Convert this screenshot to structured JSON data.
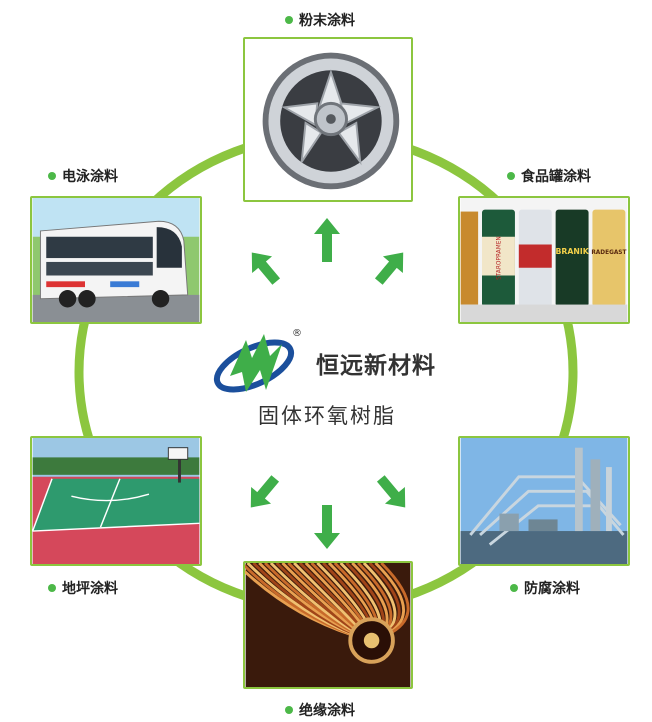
{
  "brand": {
    "name": "恒远新材料",
    "product": "固体环氧树脂",
    "registered_mark": "®"
  },
  "applications": [
    {
      "id": "powder",
      "label": "粉末涂料",
      "icon": "alloy-wheel"
    },
    {
      "id": "can",
      "label": "食品罐涂料",
      "icon": "beverage-cans"
    },
    {
      "id": "anticorrosion",
      "label": "防腐涂料",
      "icon": "industrial-plant"
    },
    {
      "id": "insulation",
      "label": "绝缘涂料",
      "icon": "motor-coil"
    },
    {
      "id": "floor",
      "label": "地坪涂料",
      "icon": "sports-court"
    },
    {
      "id": "electrophoretic",
      "label": "电泳涂料",
      "icon": "coach-bus"
    }
  ],
  "can_brands": [
    "STAROPRAMEN",
    "BRANIK",
    "RADEGAST"
  ],
  "colors": {
    "ring": "#8cc63f",
    "arrow": "#3fae49",
    "dot": "#4cb848",
    "logo_blue": "#1b4f9c",
    "logo_green": "#3fae49"
  }
}
